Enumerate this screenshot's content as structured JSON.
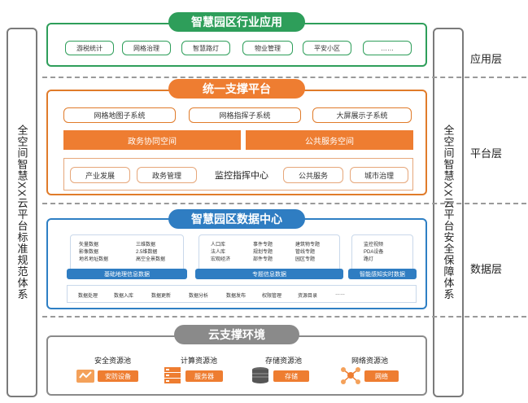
{
  "left_side": {
    "text": "全空间智慧XX云平台标准规范体系"
  },
  "right_side": {
    "text": "全空间智慧XX云平台安全保障体系"
  },
  "layer_labels": {
    "app": "应用层",
    "platform": "平台层",
    "data": "数据层"
  },
  "app_layer": {
    "header": "智慧园区行业应用",
    "items": [
      "游税统计",
      "网格治理",
      "智慧路灯",
      "物业管理",
      "平安小区",
      "……"
    ]
  },
  "platform_layer": {
    "header": "统一支撑平台",
    "subsystems": [
      "网格地图子系统",
      "网格指挥子系统",
      "大屏展示子系统"
    ],
    "spaces": [
      "政务协同空间",
      "公共服务空间"
    ],
    "center_items": [
      "产业发展",
      "政务管理",
      "监控指挥中心",
      "公共服务",
      "城市治理"
    ]
  },
  "data_layer": {
    "header": "智慧园区数据中心",
    "groups": [
      {
        "cols": [
          [
            "矢量数据",
            "影像数据",
            "地名地址数据"
          ],
          [
            "三维数据",
            "2.5维数据",
            "高空全景数据"
          ]
        ],
        "label": "基础地理信息数据"
      },
      {
        "cols": [
          [
            "人口库",
            "法人库",
            "宏观经济"
          ],
          [
            "事件专题",
            "规划专题",
            "部件专题"
          ],
          [
            "建筑物专题",
            "管线专题",
            "园区专题"
          ]
        ],
        "label": "专题信息数据"
      },
      {
        "cols": [
          [
            "监控视频",
            "PDA设备",
            "路灯"
          ]
        ],
        "label": "智能感知实时数据"
      }
    ],
    "ops": [
      "数据处理",
      "数据入库",
      "数据更新",
      "数据分析",
      "数据发布",
      "权限管理",
      "资源目录",
      "……"
    ]
  },
  "cloud_layer": {
    "header": "云支撑环境",
    "pools": [
      {
        "title": "安全资源池",
        "tag": "安防设备",
        "icon": "shield-device-icon"
      },
      {
        "title": "计算资源池",
        "tag": "服务器",
        "icon": "server-icon"
      },
      {
        "title": "存储资源池",
        "tag": "存储",
        "icon": "storage-icon"
      },
      {
        "title": "网络资源池",
        "tag": "网络",
        "icon": "network-icon"
      }
    ]
  },
  "colors": {
    "green": "#2e9e5a",
    "orange": "#ee7d31",
    "blue": "#2f7dc2",
    "gray": "#8a8a8a"
  }
}
